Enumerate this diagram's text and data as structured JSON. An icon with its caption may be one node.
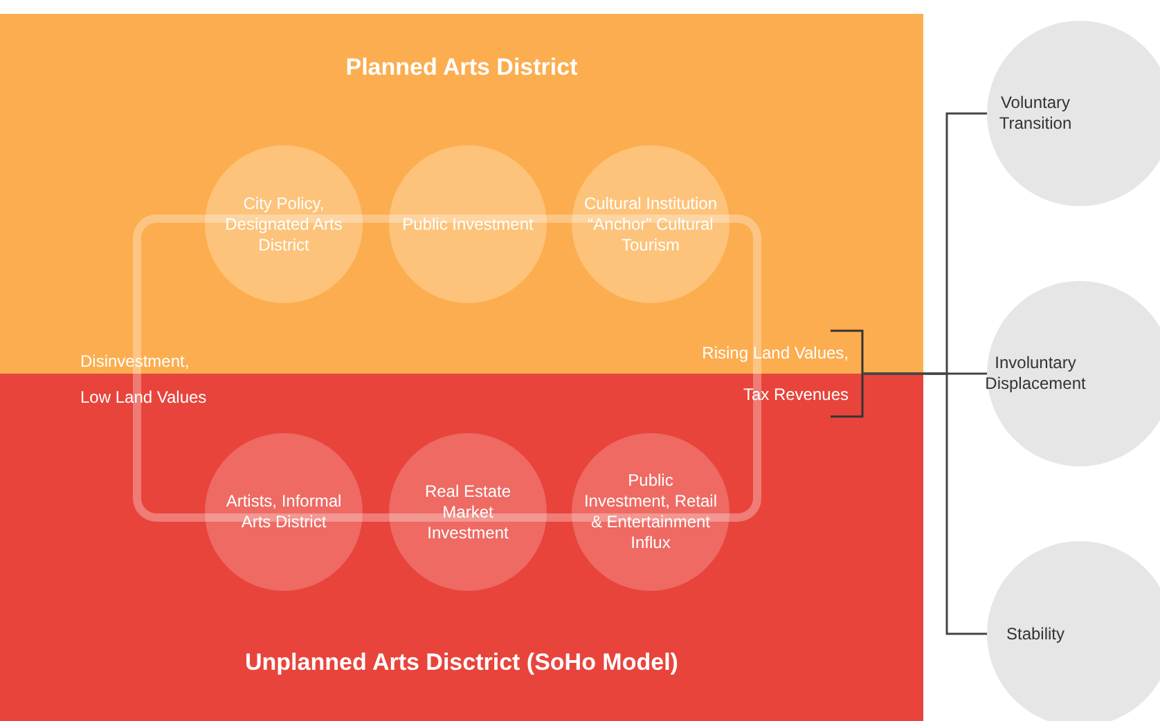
{
  "diagram": {
    "nodes": [
      {
        "text": [
          "Planned Arts District"
        ]
      },
      {
        "text": [
          "Unplanned Arts Disctrict (SoHo Model)"
        ]
      },
      {
        "text": [
          "City Policy, Designated Arts District"
        ],
        "in": 0
      },
      {
        "text": [
          "Public Investment"
        ],
        "in": 0
      },
      {
        "text": [
          "Cultural Institution “Anchor” Cultural Tourism"
        ],
        "in": 0
      },
      {
        "text": [
          "Artists, Informal Arts District"
        ],
        "in": 1
      },
      {
        "text": [
          "Real Estate Market Investment"
        ],
        "in": 1
      },
      {
        "text": [
          "Public Investment, Retail & Entertainment Influx"
        ],
        "in": 1
      },
      {
        "text": [
          "Rising Land Values,",
          "Tax Revenues"
        ]
      },
      {
        "text": [
          "Voluntary Transition"
        ]
      },
      {
        "text": [
          "Involuntary Displacement"
        ]
      },
      {
        "text": [
          "Stability"
        ]
      }
    ],
    "edges": [
      {
        "from": 8,
        "to": 9,
        "arrow": "none"
      },
      {
        "from": 8,
        "to": 10,
        "arrow": "none"
      },
      {
        "from": 8,
        "to": 11,
        "arrow": "none"
      }
    ],
    "labels": [
      "Disinvestment,",
      "Low Land Values"
    ]
  }
}
